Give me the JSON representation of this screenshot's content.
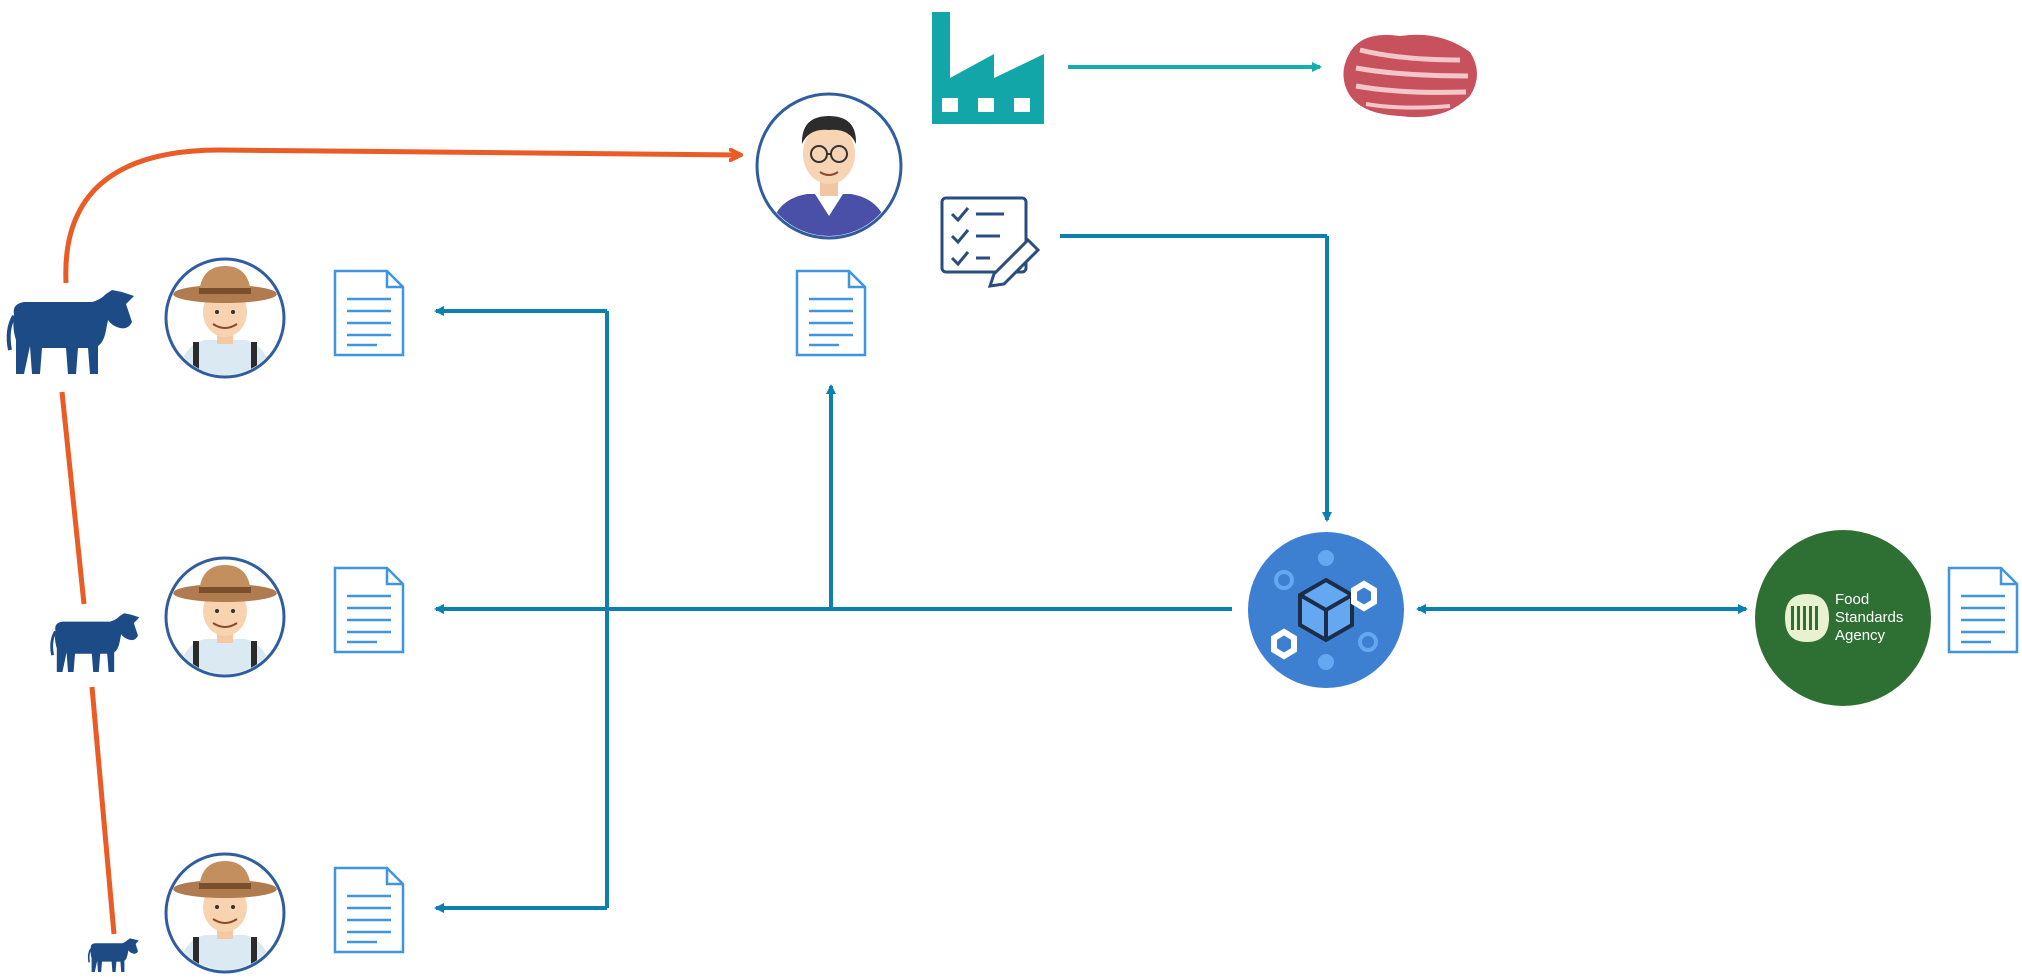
{
  "diagram": {
    "fsa_logo": {
      "line1": "Food",
      "line2": "Standards",
      "line3": "Agency"
    },
    "colors": {
      "cattle_path": "#ea5b26",
      "data_flow": "#0a7fb0",
      "factory_flow": "#13aeb0",
      "factory": "#12a6a8",
      "cow": "#1d4b86",
      "document": "#3f95e0",
      "blockchain": "#3d7fd1",
      "fsa": "#2e7033"
    },
    "icons": [
      "cow-icon",
      "farmer-icon",
      "document-icon",
      "processor-icon",
      "factory-icon",
      "meat-icon",
      "checklist-icon",
      "blockchain-icon",
      "fsa-logo"
    ]
  }
}
